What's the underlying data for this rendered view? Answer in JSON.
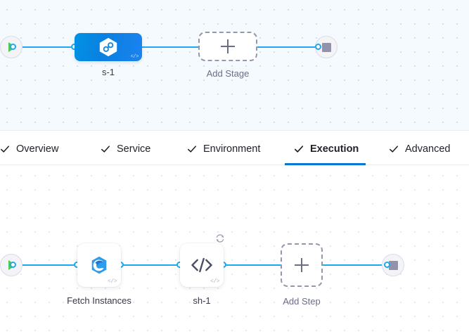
{
  "theme": {
    "connector_blue": "#1fa7f0",
    "stage_blue": "#0b7fe0",
    "active_tab_blue": "#0278d5",
    "start_green": "#4dc952",
    "stop_grey": "#9293ab",
    "dashed_grey": "#9597ad",
    "stage_canvas_bg": "#f4fafe",
    "step_canvas_bg": "#ffffff"
  },
  "stage_canvas": {
    "name": "stage-graph",
    "start_node": {
      "name": "start",
      "icon": "play-icon"
    },
    "end_node": {
      "name": "end",
      "icon": "stop-icon"
    },
    "nodes": [
      {
        "id": "stage-s-1",
        "label": "s-1",
        "type": "deployment-stage",
        "icon": "harness-hexagon-icon",
        "code_badge": "</>",
        "selected": true
      },
      {
        "id": "add-stage",
        "label": "Add Stage",
        "type": "add-placeholder",
        "icon": "plus-icon"
      }
    ]
  },
  "tabs": {
    "name": "stage-config-tabs",
    "items": [
      {
        "id": "overview",
        "label": "Overview",
        "icon": "check-icon",
        "active": false
      },
      {
        "id": "service",
        "label": "Service",
        "icon": "check-icon",
        "active": false
      },
      {
        "id": "environment",
        "label": "Environment",
        "icon": "check-icon",
        "active": false
      },
      {
        "id": "execution",
        "label": "Execution",
        "icon": "check-icon",
        "active": true
      },
      {
        "id": "advanced",
        "label": "Advanced",
        "icon": "check-icon",
        "active": false
      }
    ]
  },
  "step_canvas": {
    "name": "execution-step-graph",
    "start_node": {
      "name": "start",
      "icon": "play-icon"
    },
    "end_node": {
      "name": "end",
      "icon": "stop-icon"
    },
    "nodes": [
      {
        "id": "fetch-instances",
        "label": "Fetch Instances",
        "type": "step",
        "icon": "fetch-instances-icon",
        "code_badge": "</>"
      },
      {
        "id": "sh-1",
        "label": "sh-1",
        "type": "step",
        "icon": "code-brackets-icon",
        "code_badge": "</>",
        "badges": [
          {
            "name": "retry-icon"
          }
        ]
      },
      {
        "id": "add-step",
        "label": "Add Step",
        "type": "add-placeholder",
        "icon": "plus-icon"
      }
    ]
  }
}
